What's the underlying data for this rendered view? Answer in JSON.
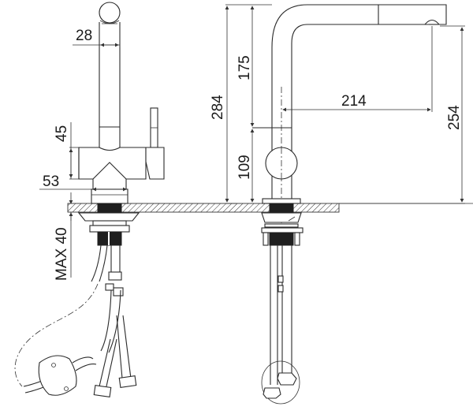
{
  "diagram": {
    "type": "technical-drawing",
    "subject": "kitchen mixer tap with pull-out spout and filter connection",
    "views": [
      {
        "name": "side-view",
        "position": "left"
      },
      {
        "name": "front-view",
        "position": "right"
      }
    ],
    "units": "mm",
    "dimensions": {
      "spout_diameter": "28",
      "body_height": "45",
      "base_diameter": "53",
      "max_deck_thickness": "MAX 40",
      "total_height": "284",
      "upper_height": "175",
      "lower_height": "109",
      "spout_reach": "214",
      "outlet_height": "254"
    },
    "colors": {
      "line": "#2a2a2a",
      "text": "#1a1a1a",
      "background": "#ffffff",
      "fill_dark": "#1f1f1f"
    }
  }
}
